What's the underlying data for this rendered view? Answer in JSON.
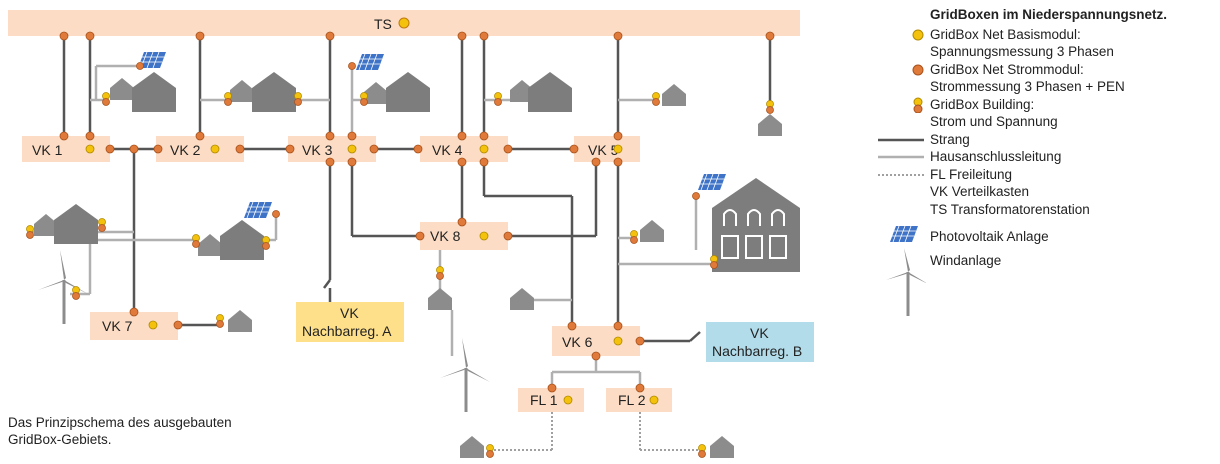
{
  "diagram": {
    "ts_label": "TS",
    "vk_labels": [
      "VK 1",
      "VK 2",
      "VK 3",
      "VK 4",
      "VK 5",
      "VK 6",
      "VK 7",
      "VK 8"
    ],
    "fl_labels": [
      "FL 1",
      "FL 2"
    ],
    "nachbar_a": {
      "line1": "VK",
      "line2": "Nachbarreg. A"
    },
    "nachbar_b": {
      "line1": "VK",
      "line2": "Nachbarreg. B"
    }
  },
  "legend": {
    "title": "GridBoxen im Niederspannungsnetz.",
    "items": [
      {
        "icon": "yellow-dot-icon",
        "lines": [
          "GridBox Net Basismodul:",
          "Spannungsmessung 3 Phasen"
        ]
      },
      {
        "icon": "orange-dot-icon",
        "lines": [
          "GridBox Net Strommodul:",
          "Strommessung 3 Phasen + PEN"
        ]
      },
      {
        "icon": "building-box-icon",
        "lines": [
          "GridBox Building:",
          "Strom und Spannung"
        ]
      },
      {
        "icon": "strang-line-icon",
        "lines": [
          "Strang"
        ]
      },
      {
        "icon": "hausanschluss-line-icon",
        "lines": [
          "Hausanschlussleitung"
        ]
      },
      {
        "icon": "freileitung-line-icon",
        "lines": [
          "FL Freileitung"
        ]
      },
      {
        "icon": "none",
        "lines": [
          "VK Verteilkasten"
        ]
      },
      {
        "icon": "none",
        "lines": [
          "TS Transformatorenstation"
        ]
      },
      {
        "icon": "solar-panel-icon",
        "lines": [
          "Photovoltaik Anlage"
        ]
      },
      {
        "icon": "wind-turbine-icon",
        "lines": [
          "Windanlage"
        ]
      }
    ]
  },
  "caption": {
    "line1": "Das Prinzipschema des ausgebauten",
    "line2": "GridBox-Gebiets."
  },
  "colors": {
    "box": "#fcdcc4",
    "yellow": "#f4c20d",
    "orange": "#e07a3a",
    "strang": "#555555",
    "haus": "#b0b0b0",
    "building": "#8c8c8c",
    "nachbar_a": "#ffe08a",
    "nachbar_b": "#b3dcea",
    "solar": "#3e73c8"
  }
}
